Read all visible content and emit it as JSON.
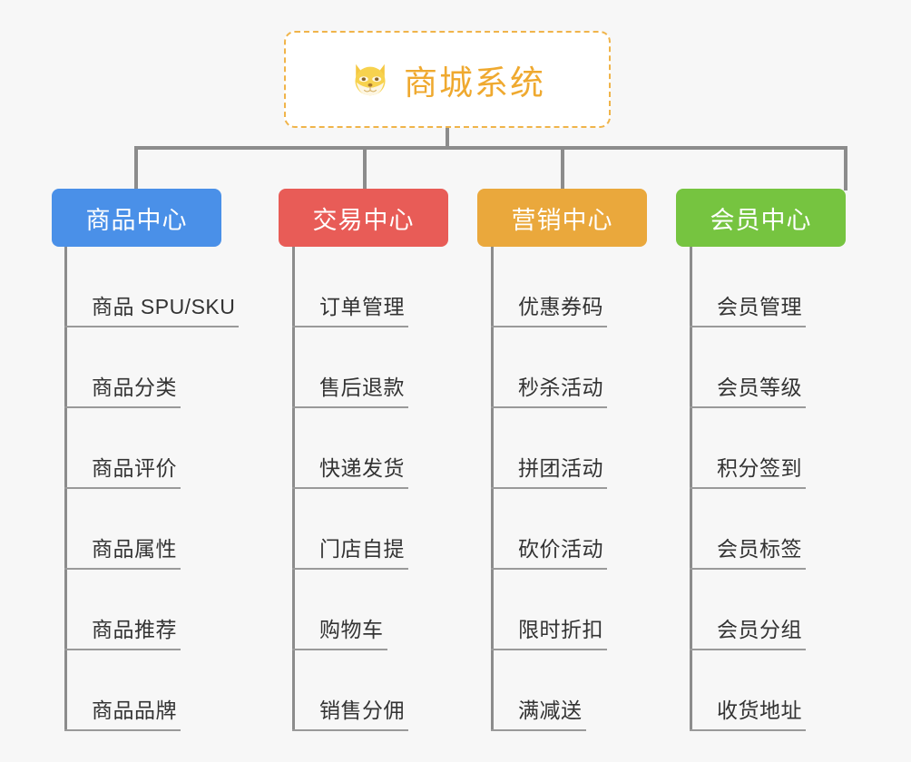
{
  "background_color": "#f7f7f7",
  "line_color": "#8c8c8c",
  "root": {
    "title": "商城系统",
    "icon": "shiba-dog-face-icon",
    "text_color": "#efa92f",
    "border_color": "#f0b44a",
    "background": "#ffffff"
  },
  "columns": [
    {
      "header": "商品中心",
      "color": "#4a90e8",
      "items": [
        "商品 SPU/SKU",
        "商品分类",
        "商品评价",
        "商品属性",
        "商品推荐",
        "商品品牌"
      ]
    },
    {
      "header": "交易中心",
      "color": "#e85c57",
      "items": [
        "订单管理",
        "售后退款",
        "快递发货",
        "门店自提",
        "购物车",
        "销售分佣"
      ]
    },
    {
      "header": "营销中心",
      "color": "#eaa83c",
      "items": [
        "优惠券码",
        "秒杀活动",
        "拼团活动",
        "砍价活动",
        "限时折扣",
        "满减送"
      ]
    },
    {
      "header": "会员中心",
      "color": "#76c440",
      "items": [
        "会员管理",
        "会员等级",
        "积分签到",
        "会员标签",
        "会员分组",
        "收货地址"
      ]
    }
  ]
}
